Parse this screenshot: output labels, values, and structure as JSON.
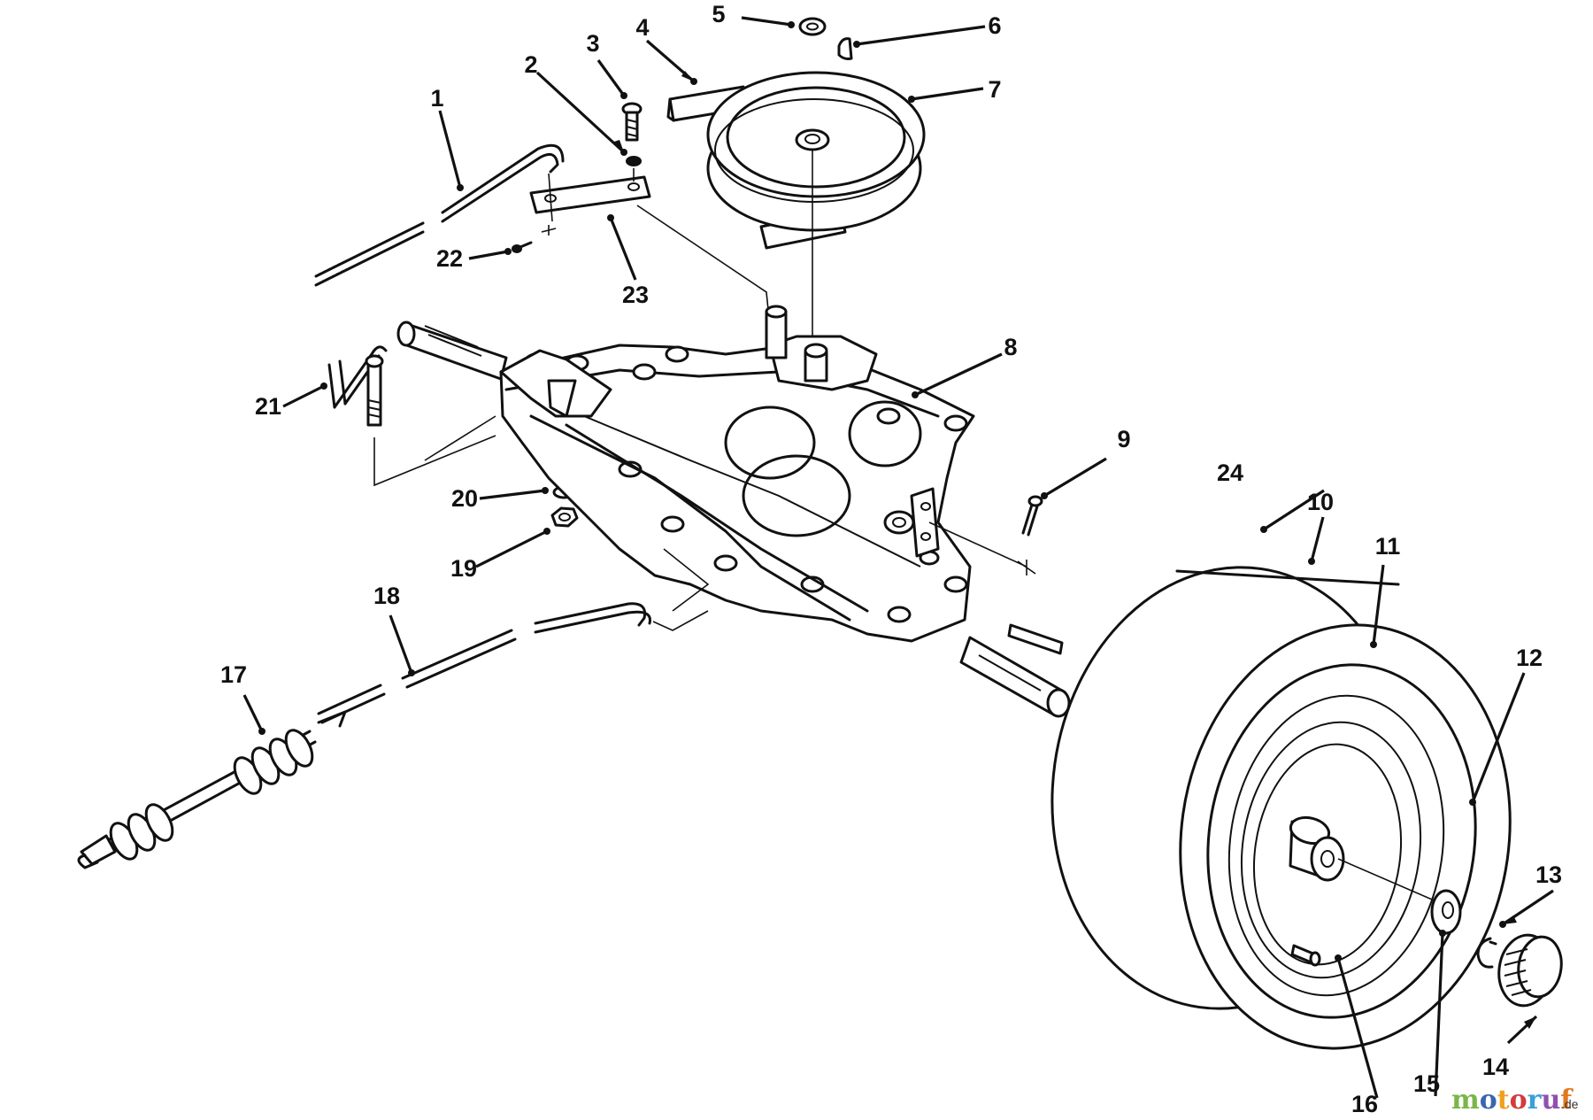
{
  "callouts": {
    "c1": "1",
    "c2": "2",
    "c3": "3",
    "c4": "4",
    "c5": "5",
    "c6": "6",
    "c7": "7",
    "c8": "8",
    "c9": "9",
    "c10": "10",
    "c11": "11",
    "c12": "12",
    "c13": "13",
    "c14": "14",
    "c15": "15",
    "c16": "16",
    "c17": "17",
    "c18": "18",
    "c19": "19",
    "c20": "20",
    "c21": "21",
    "c22": "22",
    "c23": "23",
    "c24": "24"
  },
  "watermark": {
    "brand": "motoruf",
    "suffix": ".de",
    "letter_colors": [
      "#7ab648",
      "#3a66b0",
      "#f0a020",
      "#d23c3c",
      "#3aa0d8",
      "#9050b0",
      "#e07820"
    ]
  },
  "colors": {
    "ink": "#111111",
    "background": "#ffffff"
  }
}
